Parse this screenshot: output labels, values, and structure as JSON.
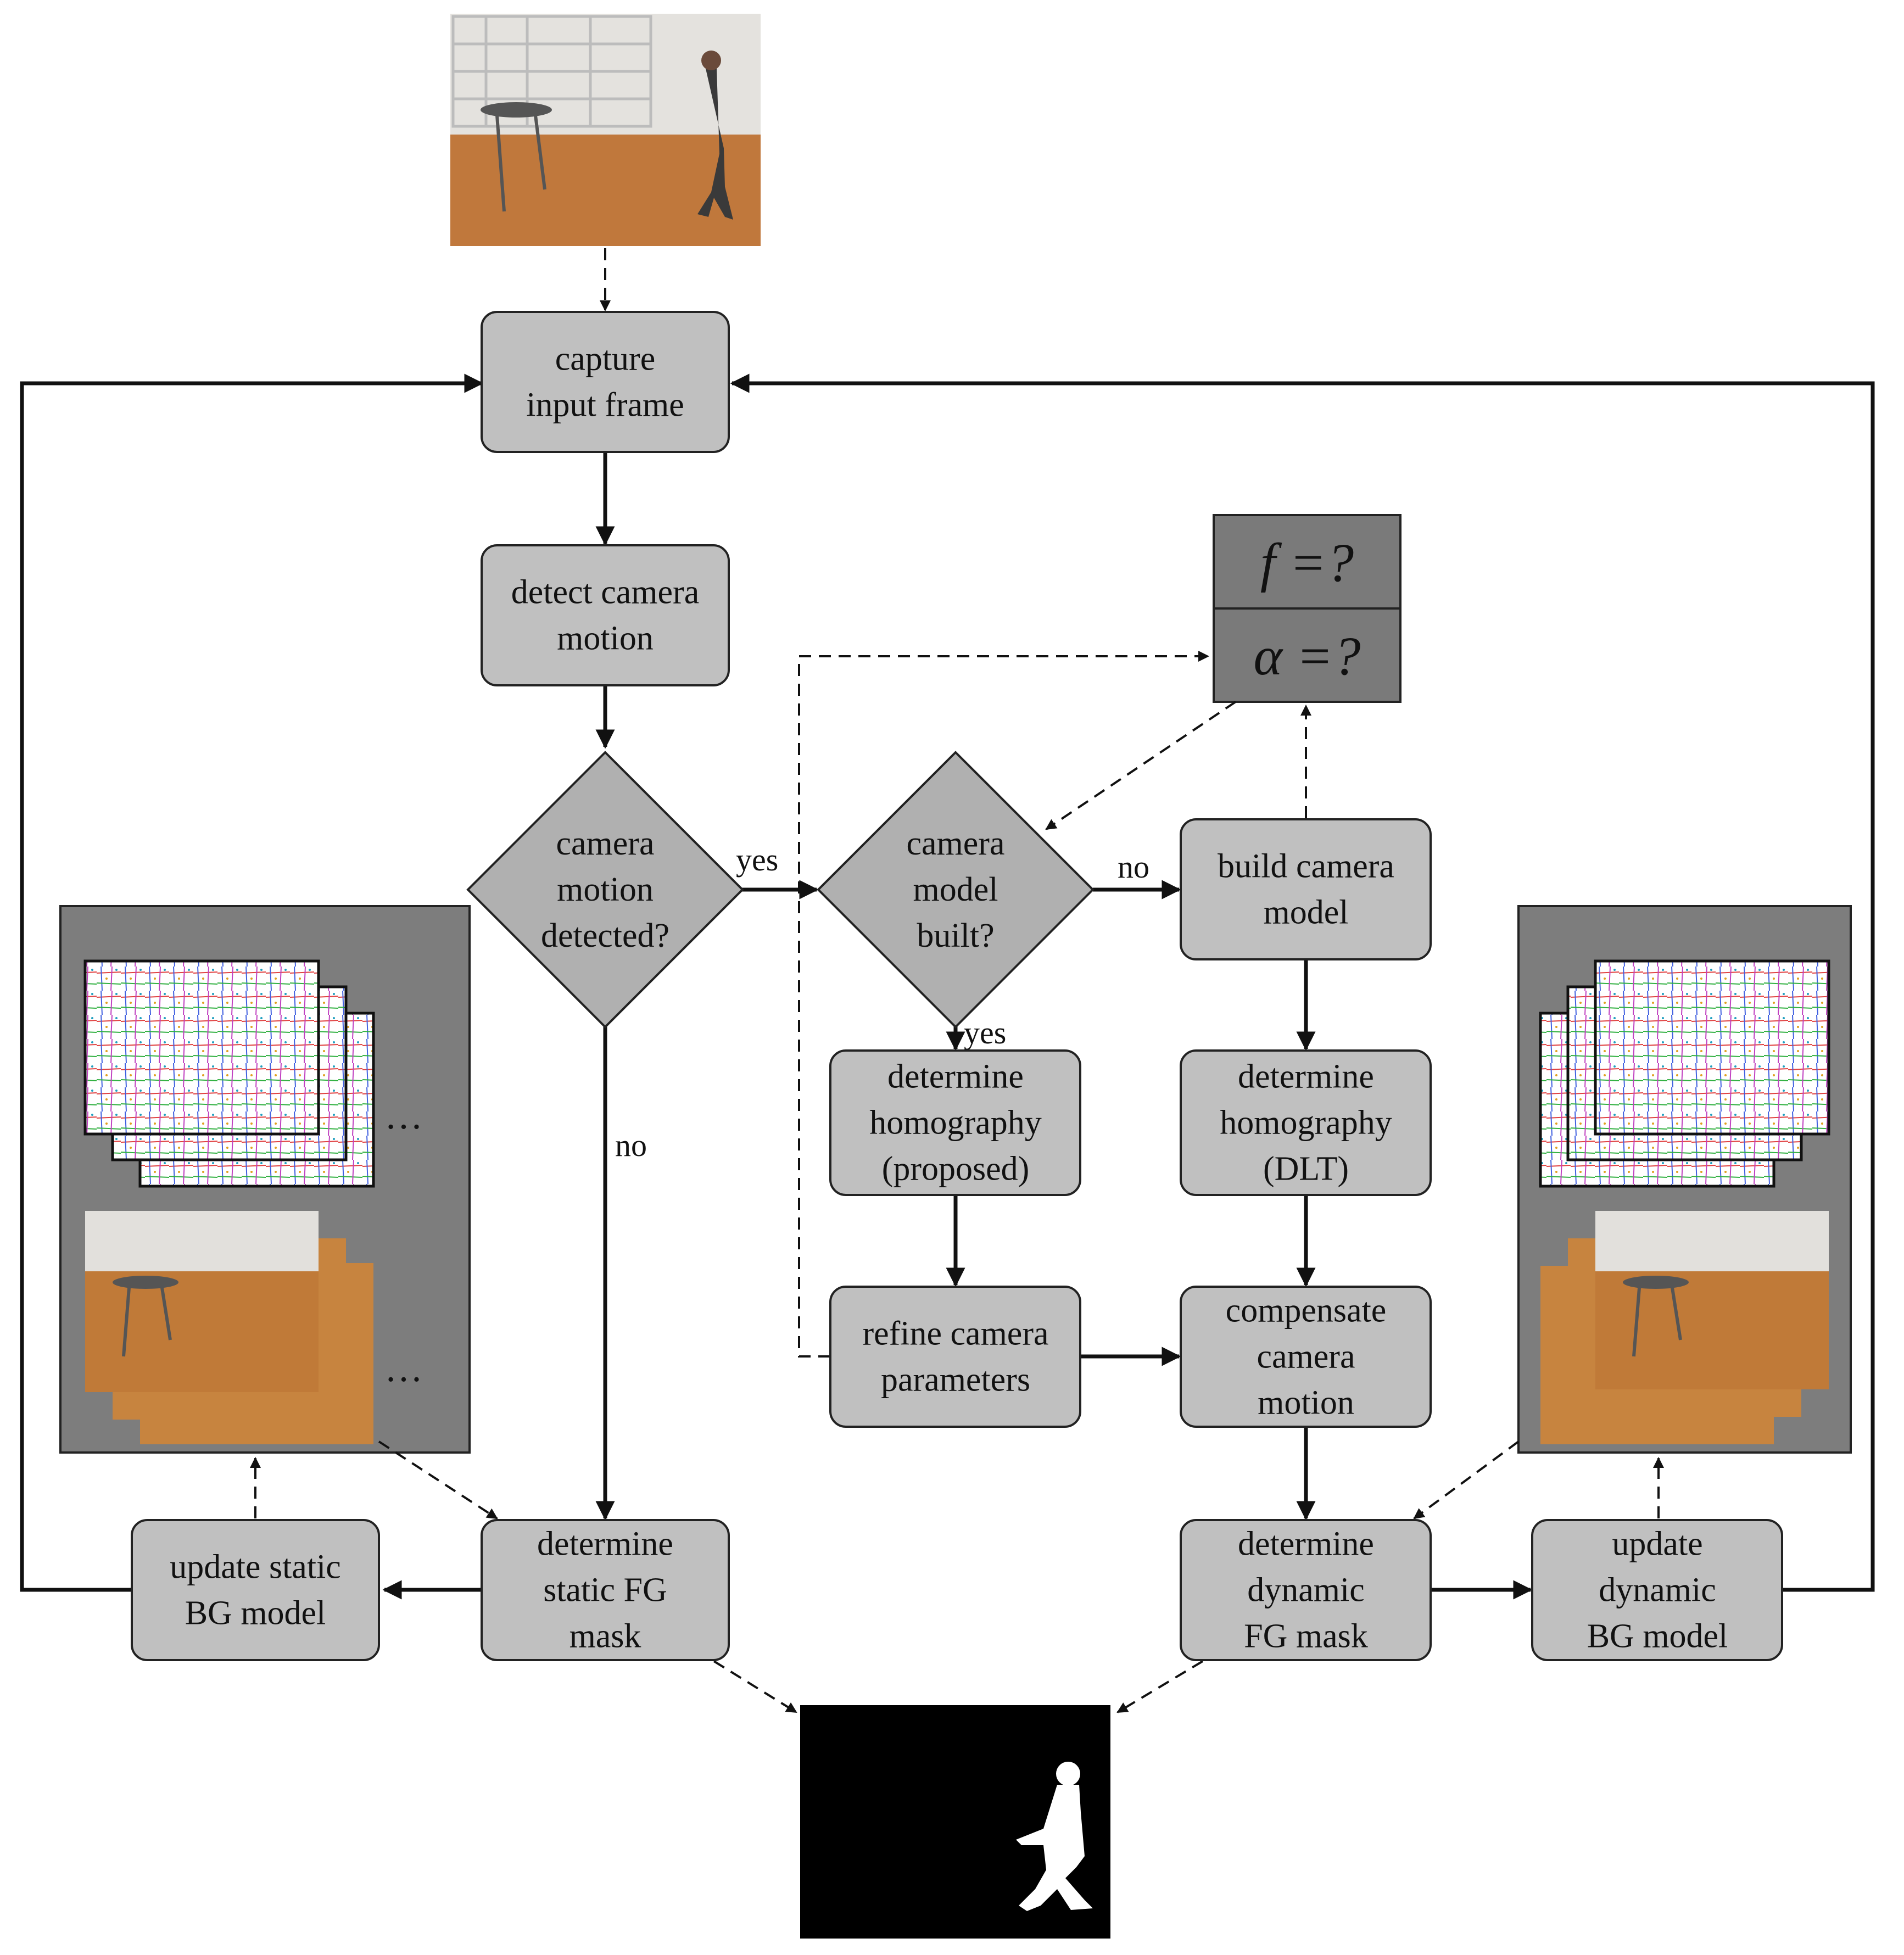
{
  "nodes": {
    "capture": [
      "capture",
      "input frame"
    ],
    "detect": [
      "detect camera",
      "motion"
    ],
    "motion_detected": [
      "camera",
      "motion",
      "detected?"
    ],
    "model_built": [
      "camera",
      "model",
      "built?"
    ],
    "build_model": [
      "build camera",
      "model"
    ],
    "homography_proposed": [
      "determine",
      "homography",
      "(proposed)"
    ],
    "homography_dlt": [
      "determine",
      "homography",
      "(DLT)"
    ],
    "refine": [
      "refine camera",
      "parameters"
    ],
    "compensate": [
      "compensate",
      "camera",
      "motion"
    ],
    "static_mask": [
      "determine",
      "static FG",
      "mask"
    ],
    "dynamic_mask": [
      "determine",
      "dynamic",
      "FG mask"
    ],
    "update_static": [
      "update static",
      "BG model"
    ],
    "update_dynamic": [
      "update",
      "dynamic",
      "BG model"
    ]
  },
  "params": {
    "f": "f =?",
    "alpha": "α =?"
  },
  "edge_labels": {
    "yes1": "yes",
    "no1": "no",
    "yes2": "yes",
    "no2": "no"
  },
  "ellipsis": "…"
}
